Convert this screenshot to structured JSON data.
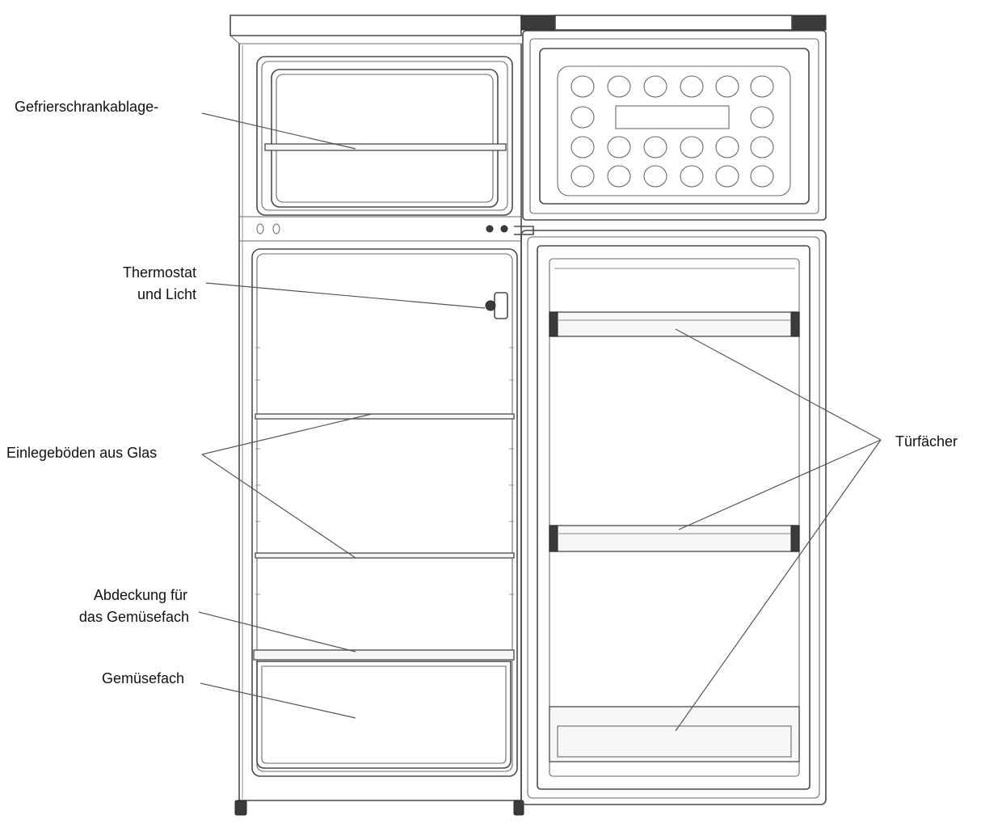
{
  "labels": {
    "freezer_shelf": "Gefrierschrankablage-",
    "thermostat_line1": "Thermostat",
    "thermostat_line2": "und Licht",
    "glass_shelves": "Einlegeböden aus Glas",
    "crisper_cover_line1": "Abdeckung für",
    "crisper_cover_line2": "das Gemüsefach",
    "crisper": "Gemüsefach",
    "door_bins": "Türfächer"
  },
  "colors": {
    "outline": "#4a4a4a",
    "leader": "#555555",
    "background": "#ffffff",
    "panel_fill": "#f4f4f4"
  }
}
